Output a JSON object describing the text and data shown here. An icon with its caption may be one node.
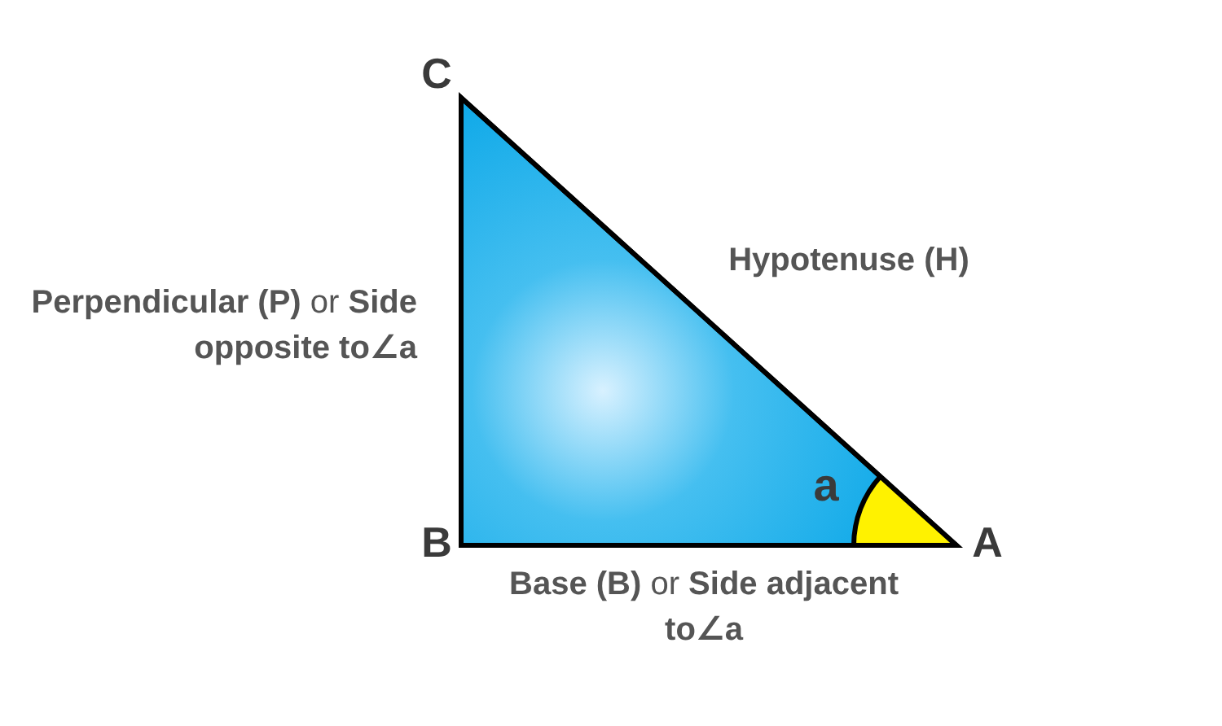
{
  "diagram": {
    "labels": [
      "C",
      "Hypotenuse (H)",
      "**Perpendicular (P)** or **Side opposite to∠a**",
      "a",
      "B",
      "A",
      "**Base (B)** or **Side adjacent to∠a**"
    ]
  }
}
